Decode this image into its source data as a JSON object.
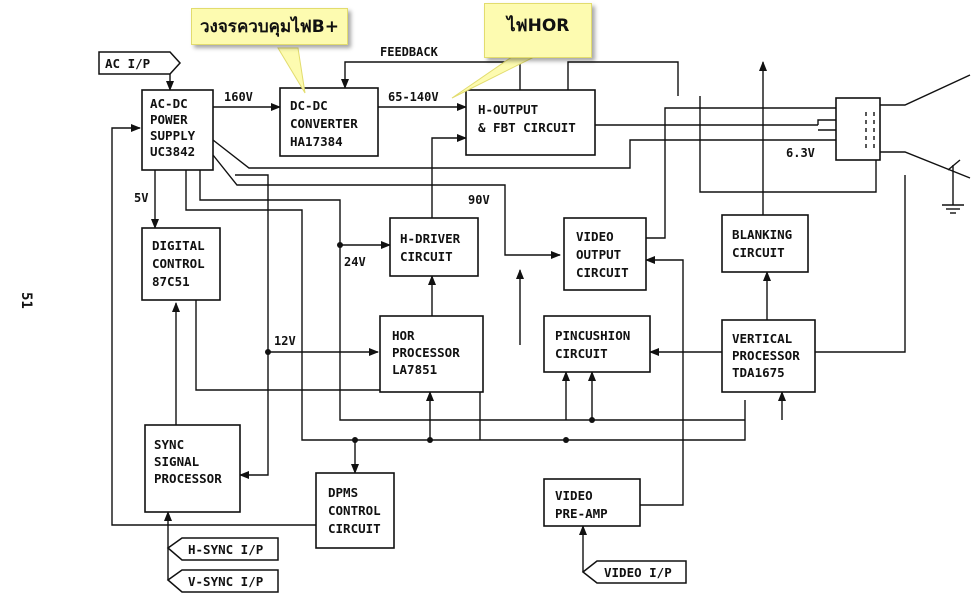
{
  "callouts": {
    "b_plus": "วงจรควบคุมไฟB+",
    "hor": "ไฟHOR"
  },
  "page_number": "51",
  "inputs": {
    "ac": "AC I/P",
    "hsync": "H-SYNC I/P",
    "vsync": "V-SYNC I/P",
    "video": "VIDEO I/P"
  },
  "blocks": {
    "acdc": [
      "AC-DC",
      "POWER",
      "SUPPLY",
      "UC3842"
    ],
    "dcdc": [
      "DC-DC",
      "CONVERTER",
      "HA17384"
    ],
    "houtput": [
      "H-OUTPUT",
      "& FBT CIRCUIT"
    ],
    "digital": [
      "DIGITAL",
      "CONTROL",
      "87C51"
    ],
    "hdriver": [
      "H-DRIVER",
      "CIRCUIT"
    ],
    "video_out": [
      "VIDEO",
      "OUTPUT",
      "CIRCUIT"
    ],
    "blanking": [
      "BLANKING",
      "CIRCUIT"
    ],
    "hor_proc": [
      "HOR",
      "PROCESSOR",
      "LA7851"
    ],
    "pincushion": [
      "PINCUSHION",
      "CIRCUIT"
    ],
    "vert_proc": [
      "VERTICAL",
      "PROCESSOR",
      "TDA1675"
    ],
    "sync_proc": [
      "SYNC",
      "SIGNAL",
      "PROCESSOR"
    ],
    "dpms": [
      "DPMS",
      "CONTROL",
      "CIRCUIT"
    ],
    "preamp": [
      "VIDEO",
      "PRE-AMP"
    ]
  },
  "voltages": {
    "v160": "160V",
    "v65_140": "65-140V",
    "v5": "5V",
    "v90": "90V",
    "v24": "24V",
    "v12": "12V",
    "v63": "6.3V"
  },
  "feedback": "FEEDBACK"
}
